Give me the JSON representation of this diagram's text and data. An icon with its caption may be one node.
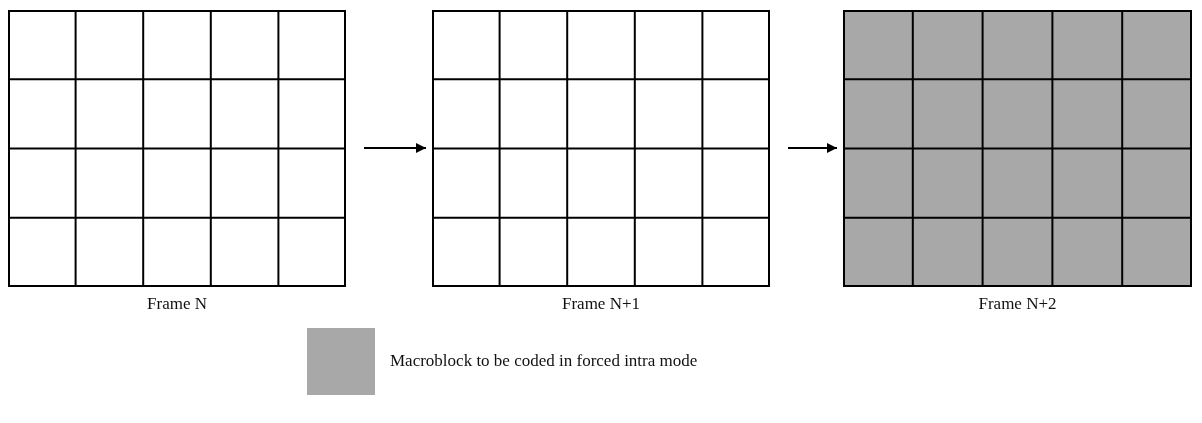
{
  "diagram": {
    "nodes": [
      {
        "text": [
          "Frame N"
        ]
      },
      {
        "text": [
          "Frame N+1"
        ]
      },
      {
        "text": [
          "Frame N+2"
        ]
      }
    ],
    "edges": [
      {
        "from": 0,
        "to": 1,
        "arrow": "to"
      },
      {
        "from": 1,
        "to": 2,
        "arrow": "to"
      }
    ],
    "legend": [
      {
        "text": "Macroblock to be coded in forced intra mode",
        "color": "#a8a8a8"
      }
    ]
  }
}
